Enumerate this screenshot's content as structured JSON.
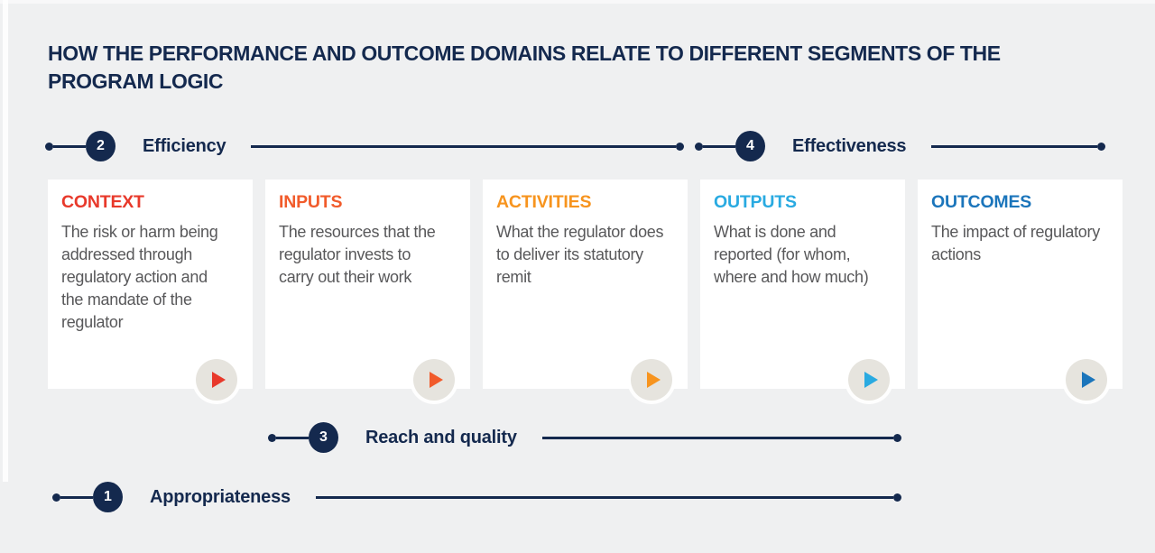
{
  "title": {
    "line1": "HOW THE PERFORMANCE AND OUTCOME DOMAINS RELATE TO DIFFERENT SEGMENTS OF THE",
    "line2": "PROGRAM LOGIC"
  },
  "colors": {
    "navy": "#14294e",
    "background": "#eff0f1",
    "card_background": "#ffffff",
    "body_text": "#58585a",
    "play_circle_background": "#e6e4de"
  },
  "segments": [
    {
      "number": "1",
      "label": "Appropriateness"
    },
    {
      "number": "2",
      "label": "Efficiency"
    },
    {
      "number": "3",
      "label": "Reach and quality"
    },
    {
      "number": "4",
      "label": "Effectiveness"
    }
  ],
  "cards": [
    {
      "title": "CONTEXT",
      "body": "The risk or harm being addressed through regulatory action and the mandate of the regulator",
      "accent": "#e8392b",
      "icon": "play-icon"
    },
    {
      "title": "INPUTS",
      "body": "The resources that the regulator invests to carry out their work",
      "accent": "#f15b2b",
      "icon": "play-icon"
    },
    {
      "title": "ACTIVITIES",
      "body": "What the regulator does to deliver its statutory remit",
      "accent": "#f7941e",
      "icon": "play-icon"
    },
    {
      "title": "OUTPUTS",
      "body": "What is done and reported (for whom, where and how much)",
      "accent": "#29aae1",
      "icon": "play-icon"
    },
    {
      "title": "OUTCOMES",
      "body": "The impact of regulatory actions",
      "accent": "#1b75bb",
      "icon": "play-icon"
    }
  ]
}
